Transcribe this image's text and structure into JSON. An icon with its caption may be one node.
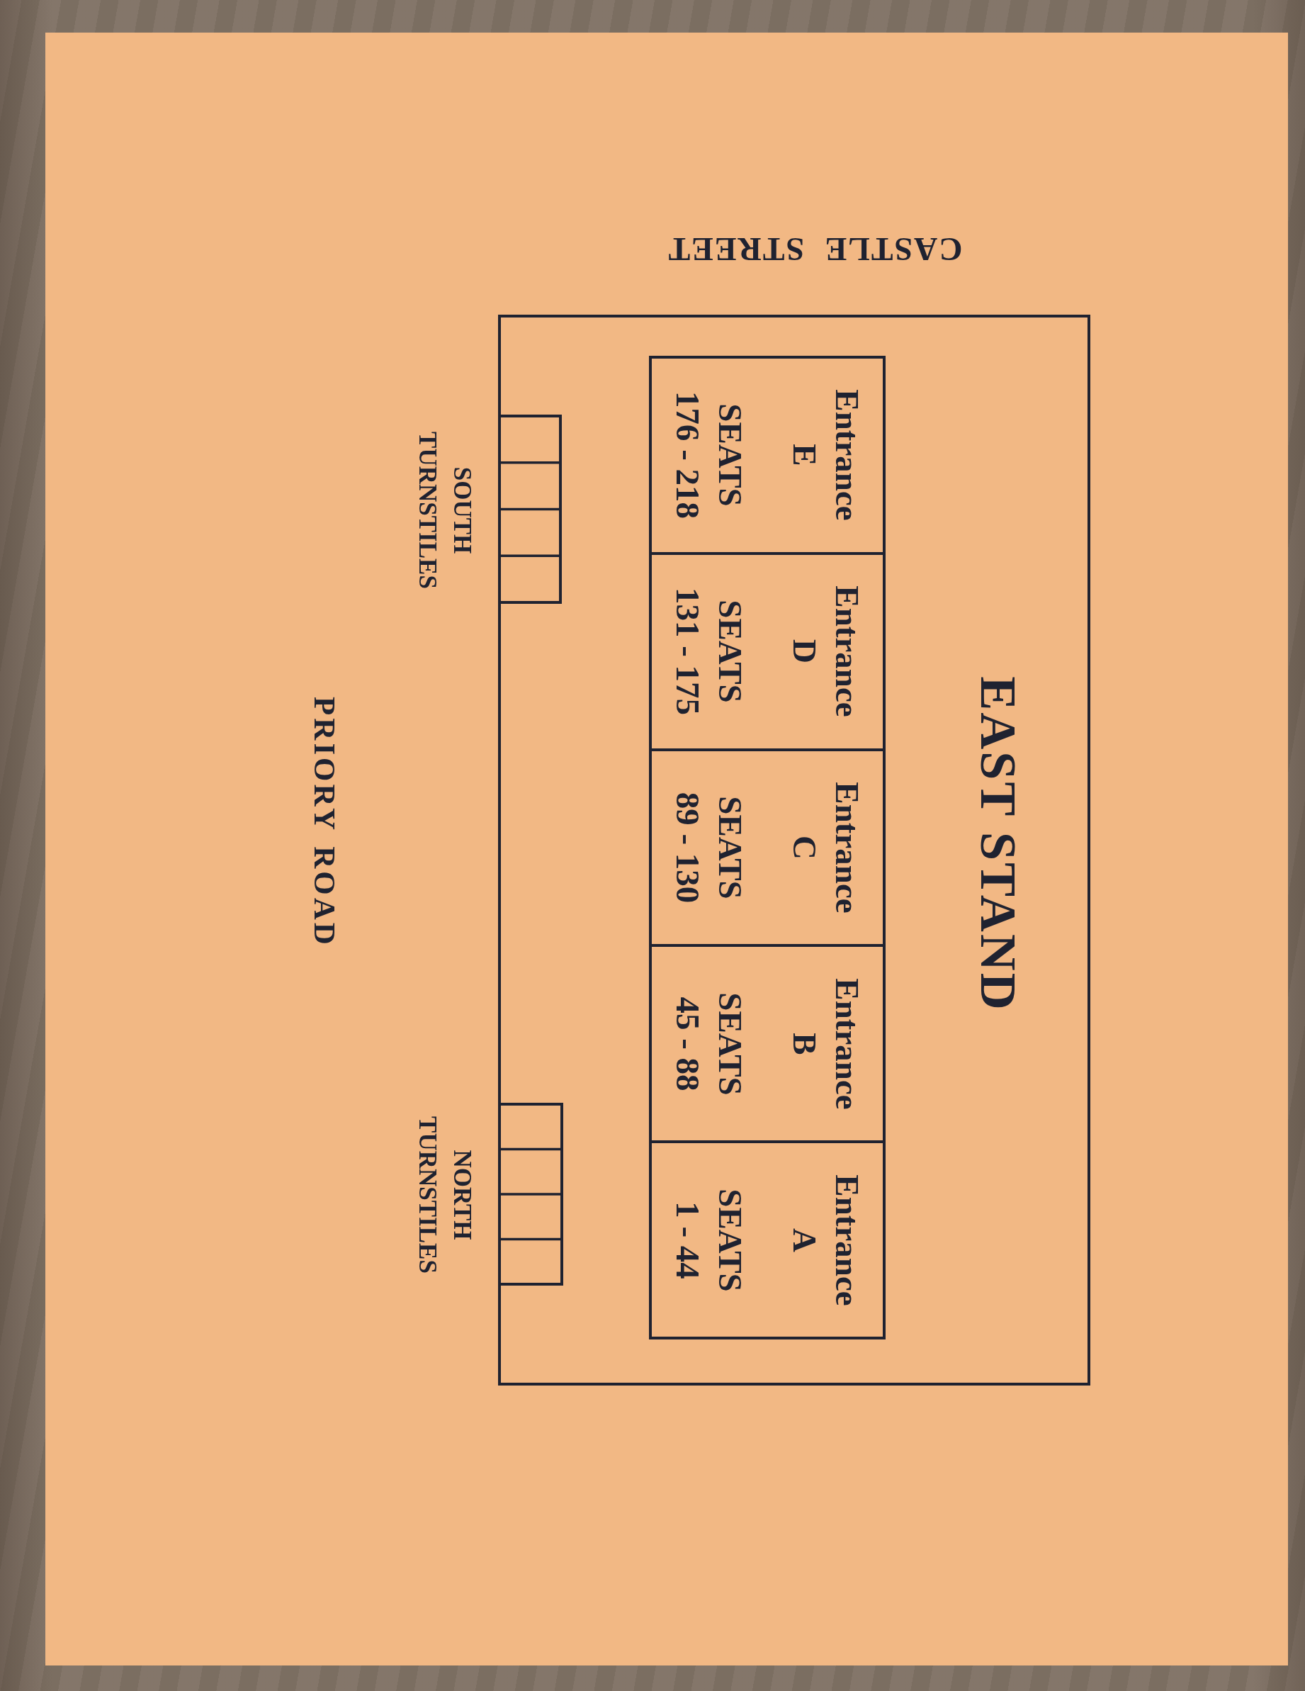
{
  "diagram": {
    "nodes": [
      {
        "text": [
          "EAST STAND"
        ]
      },
      {
        "text": [
          "Entrance E",
          "SEATS 176 - 218"
        ],
        "in": 0
      },
      {
        "text": [
          "Entrance D",
          "SEATS 131 - 175"
        ],
        "in": 0
      },
      {
        "text": [
          "Entrance C",
          "SEATS 89 - 130"
        ],
        "in": 0
      },
      {
        "text": [
          "Entrance B",
          "SEATS 45 - 88"
        ],
        "in": 0
      },
      {
        "text": [
          "Entrance A",
          "SEATS 1 - 44"
        ],
        "in": 0
      },
      {
        "text": [],
        "shape": "box",
        "beside": [
          "SOUTH TURNSTILES"
        ],
        "in": 0
      },
      {
        "text": [],
        "shape": "box",
        "beside": [
          "NORTH TURNSTILES"
        ],
        "in": 0
      }
    ],
    "labels": [
      "CASTLE STREET",
      "PRIORY ROAD"
    ]
  }
}
